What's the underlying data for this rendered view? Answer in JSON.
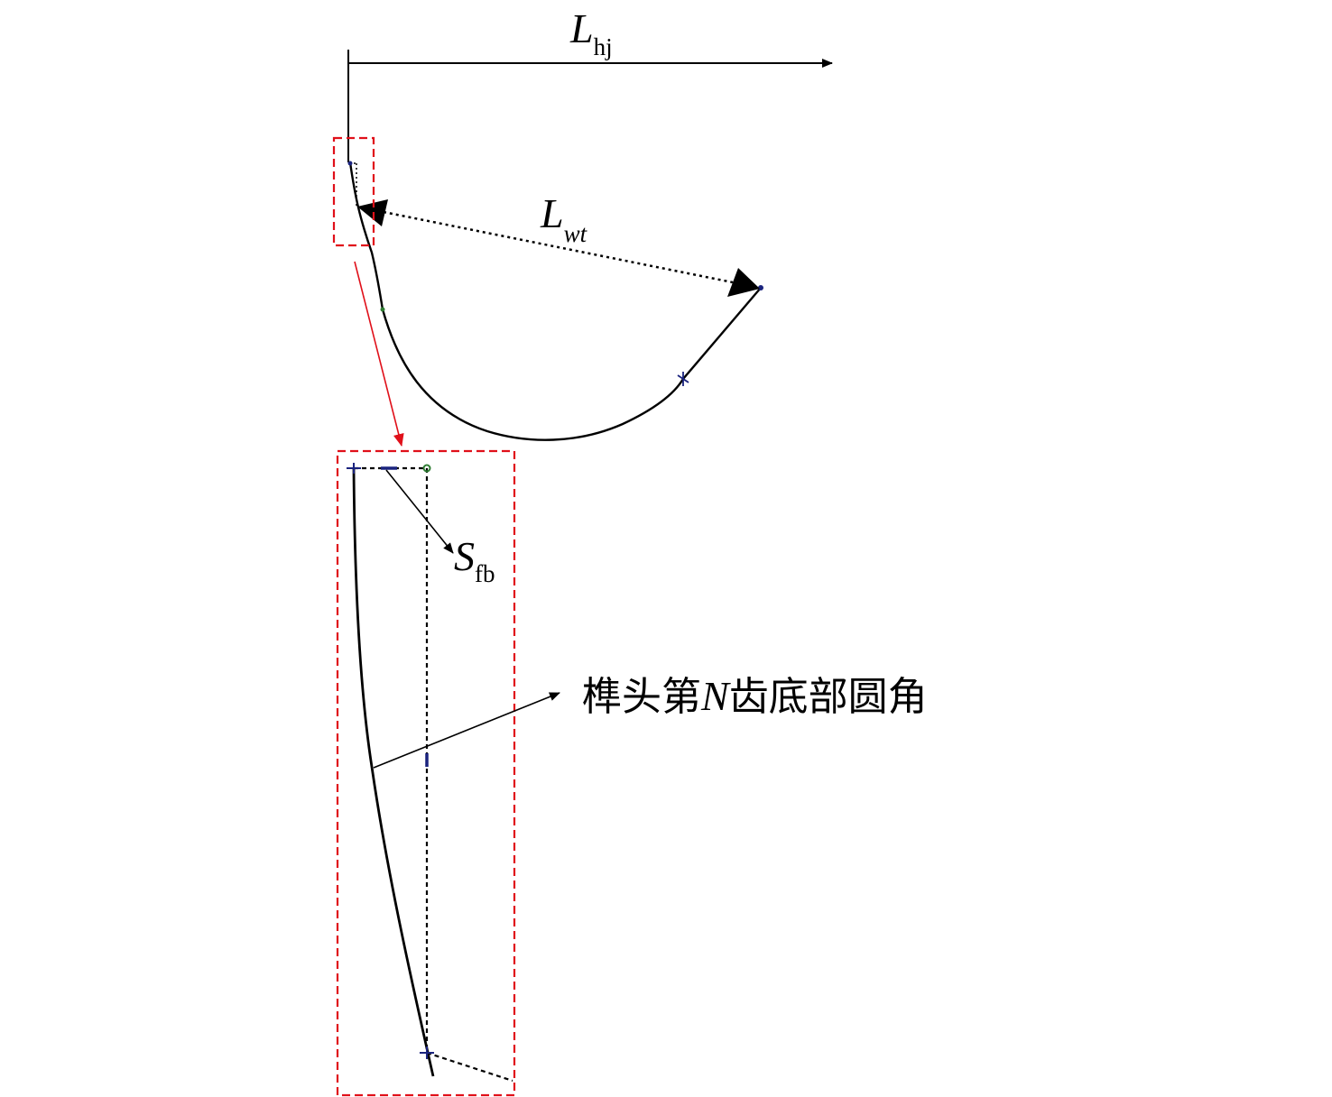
{
  "labels": {
    "lhj": {
      "main": "L",
      "sub": "hj"
    },
    "lwt": {
      "main": "L",
      "sub": "wt"
    },
    "sfb": {
      "main": "S",
      "sub": "fb"
    },
    "callout": {
      "prefix": "榫头第",
      "var": "N",
      "suffix": "齿底部圆角"
    }
  },
  "colors": {
    "line": "#000000",
    "highlight": "#e0101a",
    "marker": "#1a237e",
    "point_green": "#2e7d32"
  }
}
